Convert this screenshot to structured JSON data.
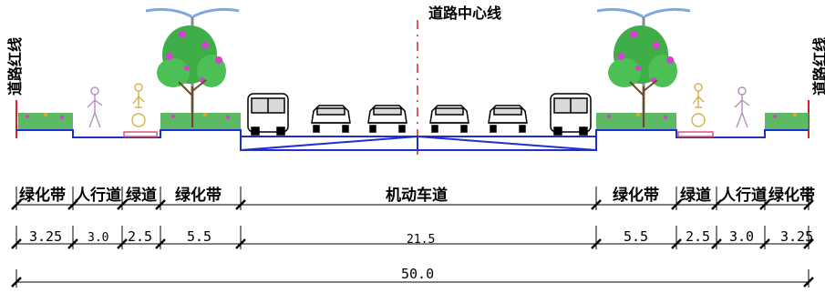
{
  "red_line_label": "道路红线",
  "center_line_label": "道路中心线",
  "zones_top": [
    "绿化带",
    "人行道",
    "绿道",
    "绿化带",
    "机动车道",
    "绿化带",
    "绿道",
    "人行道",
    "绿化带"
  ],
  "widths": [
    "3.25",
    "3.0",
    "2.5",
    "5.5",
    "21.5",
    "5.5",
    "2.5",
    "3.0",
    "3.25"
  ],
  "total_width": "50.0",
  "colors": {
    "road_outline": "#1d2fcf",
    "red_line": "#d4202a",
    "center_line": "#e0242a",
    "greenery": "#3fae49",
    "tree_flower": "#d63fd0",
    "bike_lane": "#e0557a",
    "dim_line": "#000000"
  }
}
